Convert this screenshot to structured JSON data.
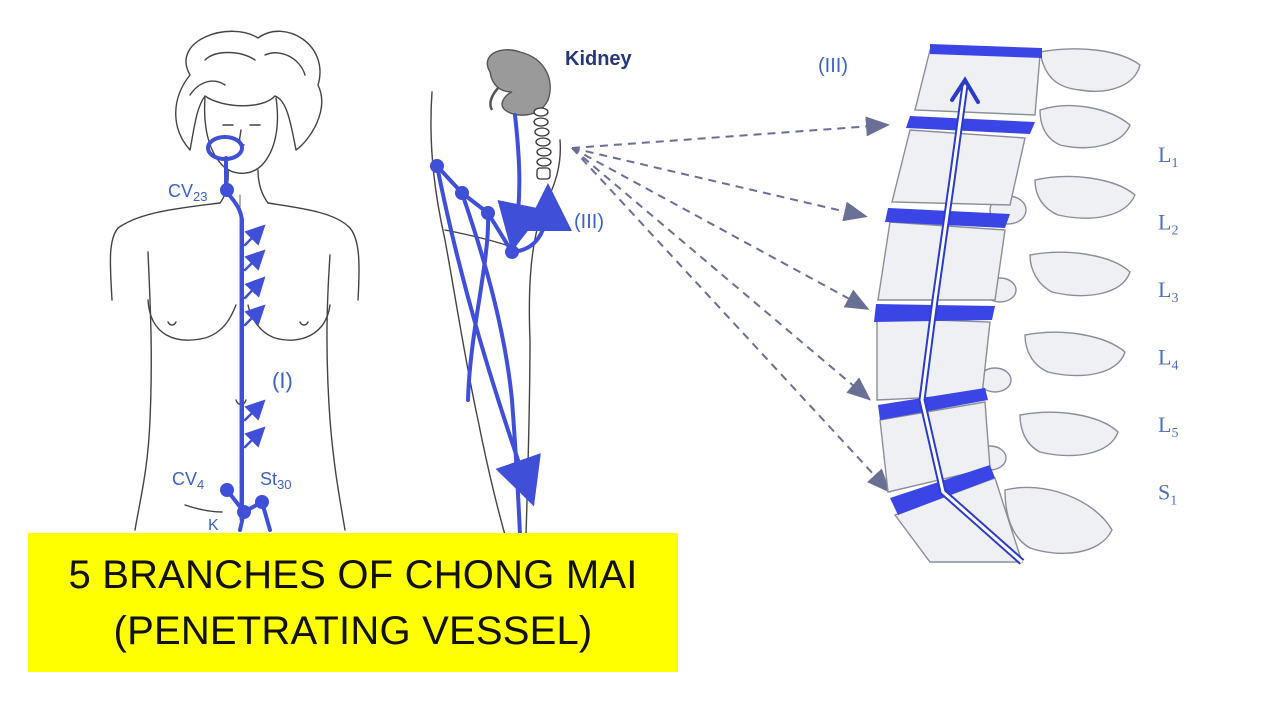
{
  "figure_labels": {
    "kidney": "Kidney",
    "branch_iii_top": "(III)",
    "branch_iii_side": "(III)",
    "branch_i": "(I)",
    "cv23": "CV23",
    "cv4": "CV4",
    "st30": "St30",
    "k_partial": "K"
  },
  "vertebrae": [
    "L1",
    "L2",
    "L3",
    "L4",
    "L5",
    "S1"
  ],
  "caption": {
    "line1": "5 BRANCHES OF CHONG MAI",
    "line2": "(PENETRATING VESSEL)"
  },
  "colors": {
    "vessel": "#3f4fd8",
    "disc": "#3b45e6",
    "caption_background": "#ffff00",
    "label": "#3b63c6"
  }
}
